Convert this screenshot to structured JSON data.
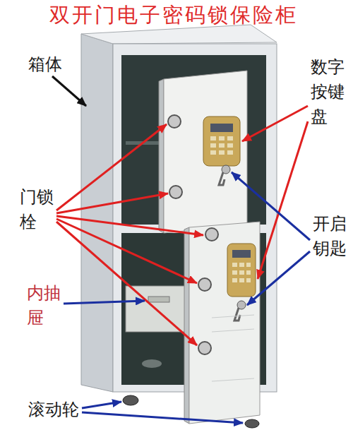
{
  "diagram": {
    "title": "双开门电子密码锁保险柜",
    "labels": [
      "箱体",
      "数字按键盘",
      "门锁栓",
      "开启钥匙",
      "内抽屉",
      "滚动轮"
    ]
  }
}
